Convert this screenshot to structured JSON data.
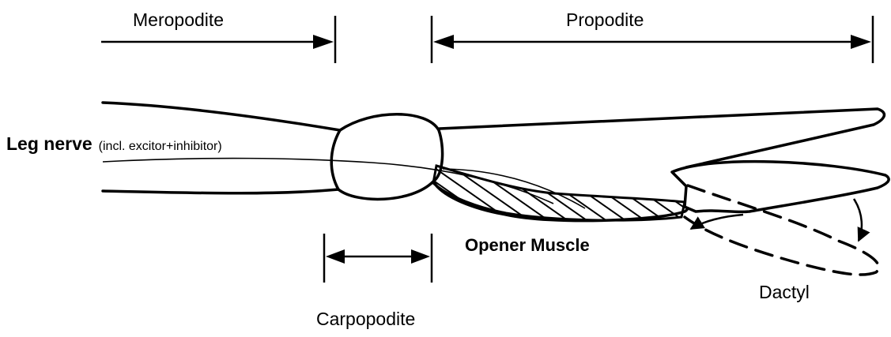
{
  "labels": {
    "meropodite": "Meropodite",
    "propodite": "Propodite",
    "carpopodite": "Carpopodite",
    "leg_nerve": "Leg nerve",
    "leg_nerve_note": "(incl. excitor+inhibitor)",
    "opener_muscle": "Opener Muscle",
    "dactyl": "Dactyl"
  }
}
